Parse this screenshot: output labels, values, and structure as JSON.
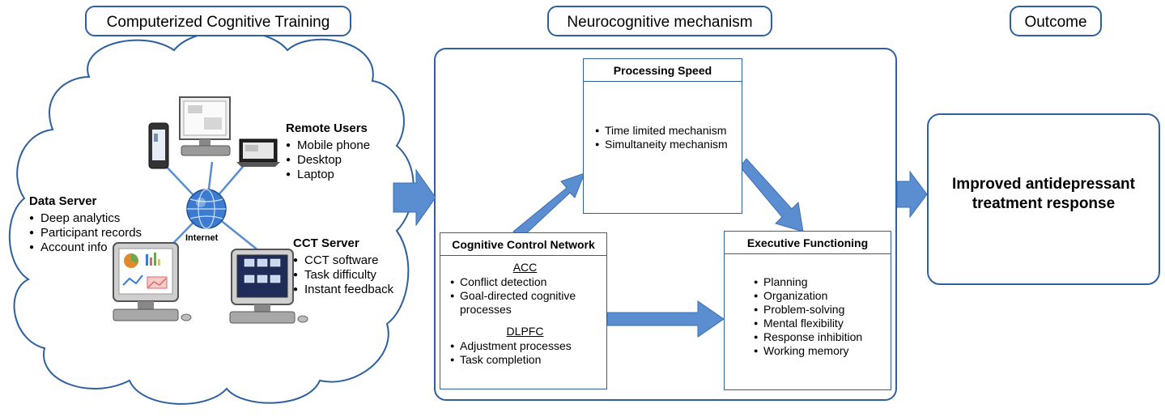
{
  "titles": {
    "cct": "Computerized Cognitive Training",
    "neuro": "Neurocognitive mechanism",
    "outcome": "Outcome"
  },
  "data_server": {
    "title": "Data Server",
    "items": [
      "Deep analytics",
      "Participant records",
      "Account info"
    ]
  },
  "remote_users": {
    "title": "Remote Users",
    "items": [
      "Mobile phone",
      "Desktop",
      "Laptop"
    ]
  },
  "cct_server": {
    "title": "CCT Server",
    "items": [
      "CCT software",
      "Task difficulty",
      "Instant feedback"
    ]
  },
  "internet_label": "Internet",
  "processing_speed": {
    "title": "Processing Speed",
    "items": [
      "Time limited mechanism",
      "Simultaneity mechanism"
    ]
  },
  "cognitive_control": {
    "title": "Cognitive Control Network",
    "acc_heading": "ACC",
    "acc_items": [
      "Conflict detection",
      "Goal-directed cognitive processes"
    ],
    "dlpfc_heading": "DLPFC",
    "dlpfc_items": [
      "Adjustment processes",
      "Task completion"
    ]
  },
  "executive": {
    "title": "Executive Functioning",
    "items": [
      "Planning",
      "Organization",
      "Problem-solving",
      "Mental flexibility",
      "Response inhibition",
      "Working memory"
    ]
  },
  "outcome_box": {
    "line1": "Improved antidepressant",
    "line2": "treatment response"
  },
  "colors": {
    "border": "#2e5f9e",
    "arrow": "#5b8ed0",
    "arrow_dark": "#3a6fb5",
    "globe": "#3b7bd1"
  }
}
